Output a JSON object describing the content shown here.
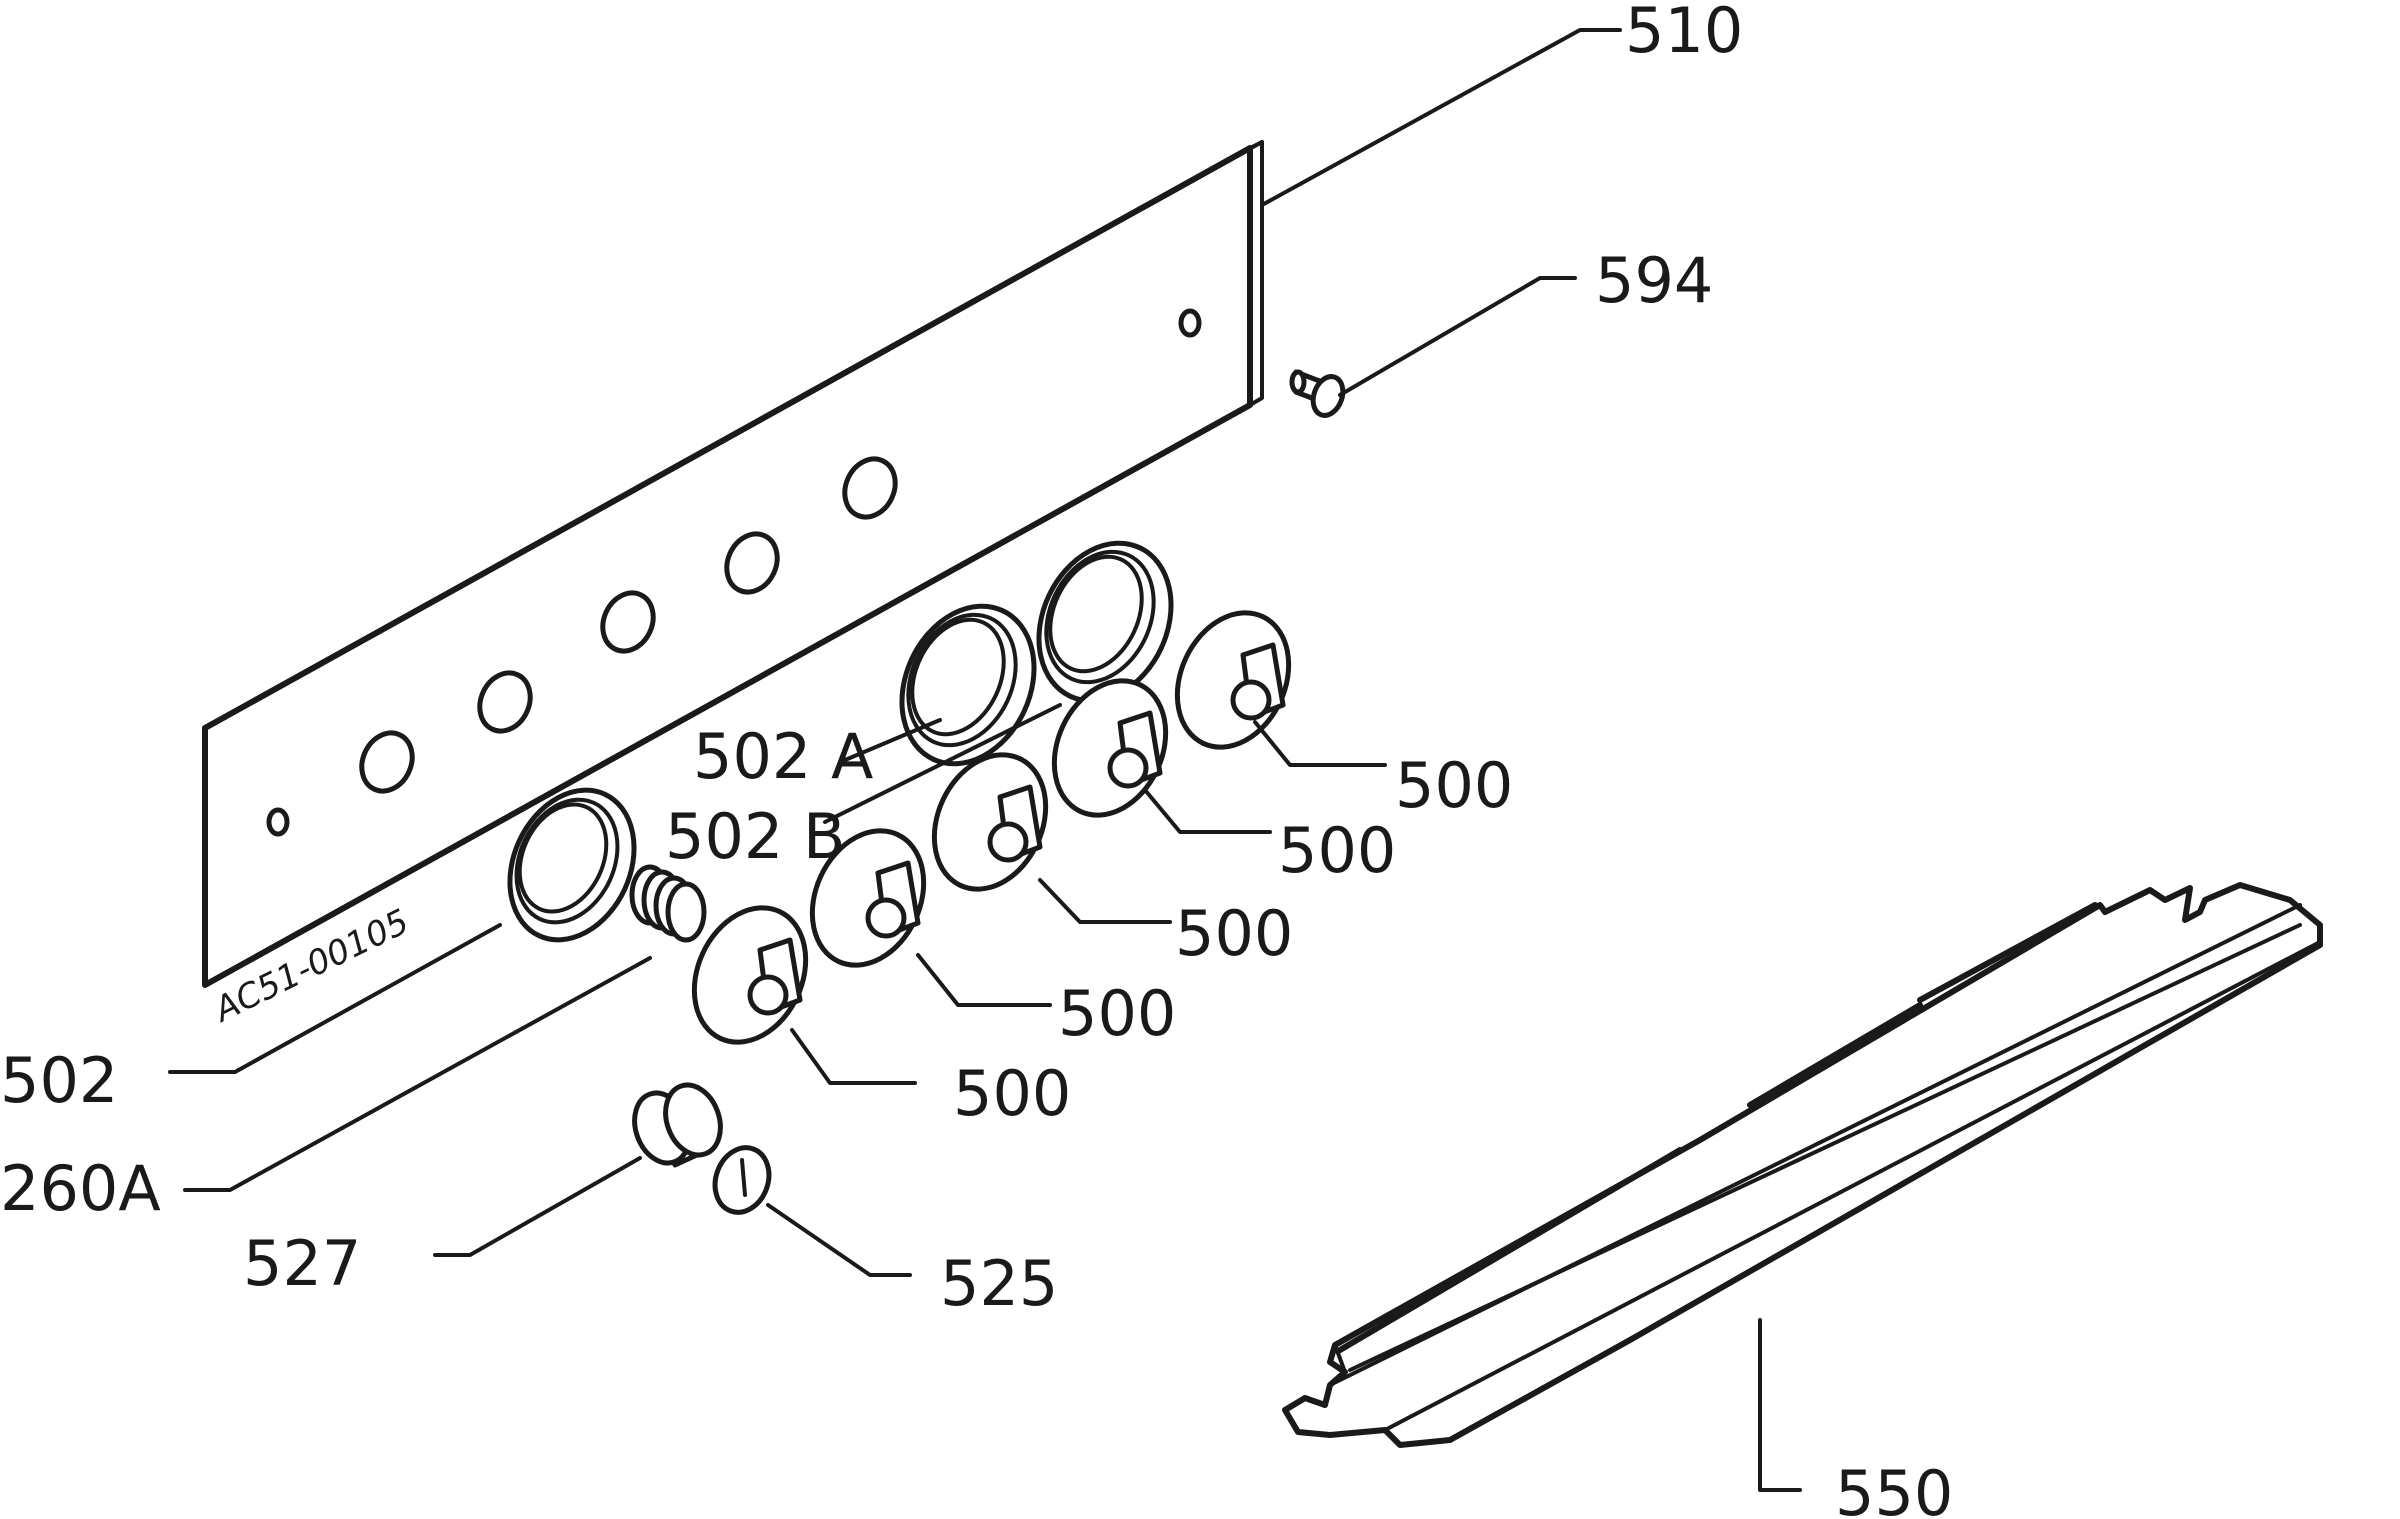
{
  "drawing_code": "AC51-00105",
  "parts": {
    "p510": "510",
    "p594": "594",
    "p502A": "502 A",
    "p502B": "502 B",
    "p500a": "500",
    "p500b": "500",
    "p500c": "500",
    "p500d": "500",
    "p500e": "500",
    "p502": "502",
    "p260A": "260A",
    "p527": "527",
    "p525": "525",
    "p550": "550"
  }
}
